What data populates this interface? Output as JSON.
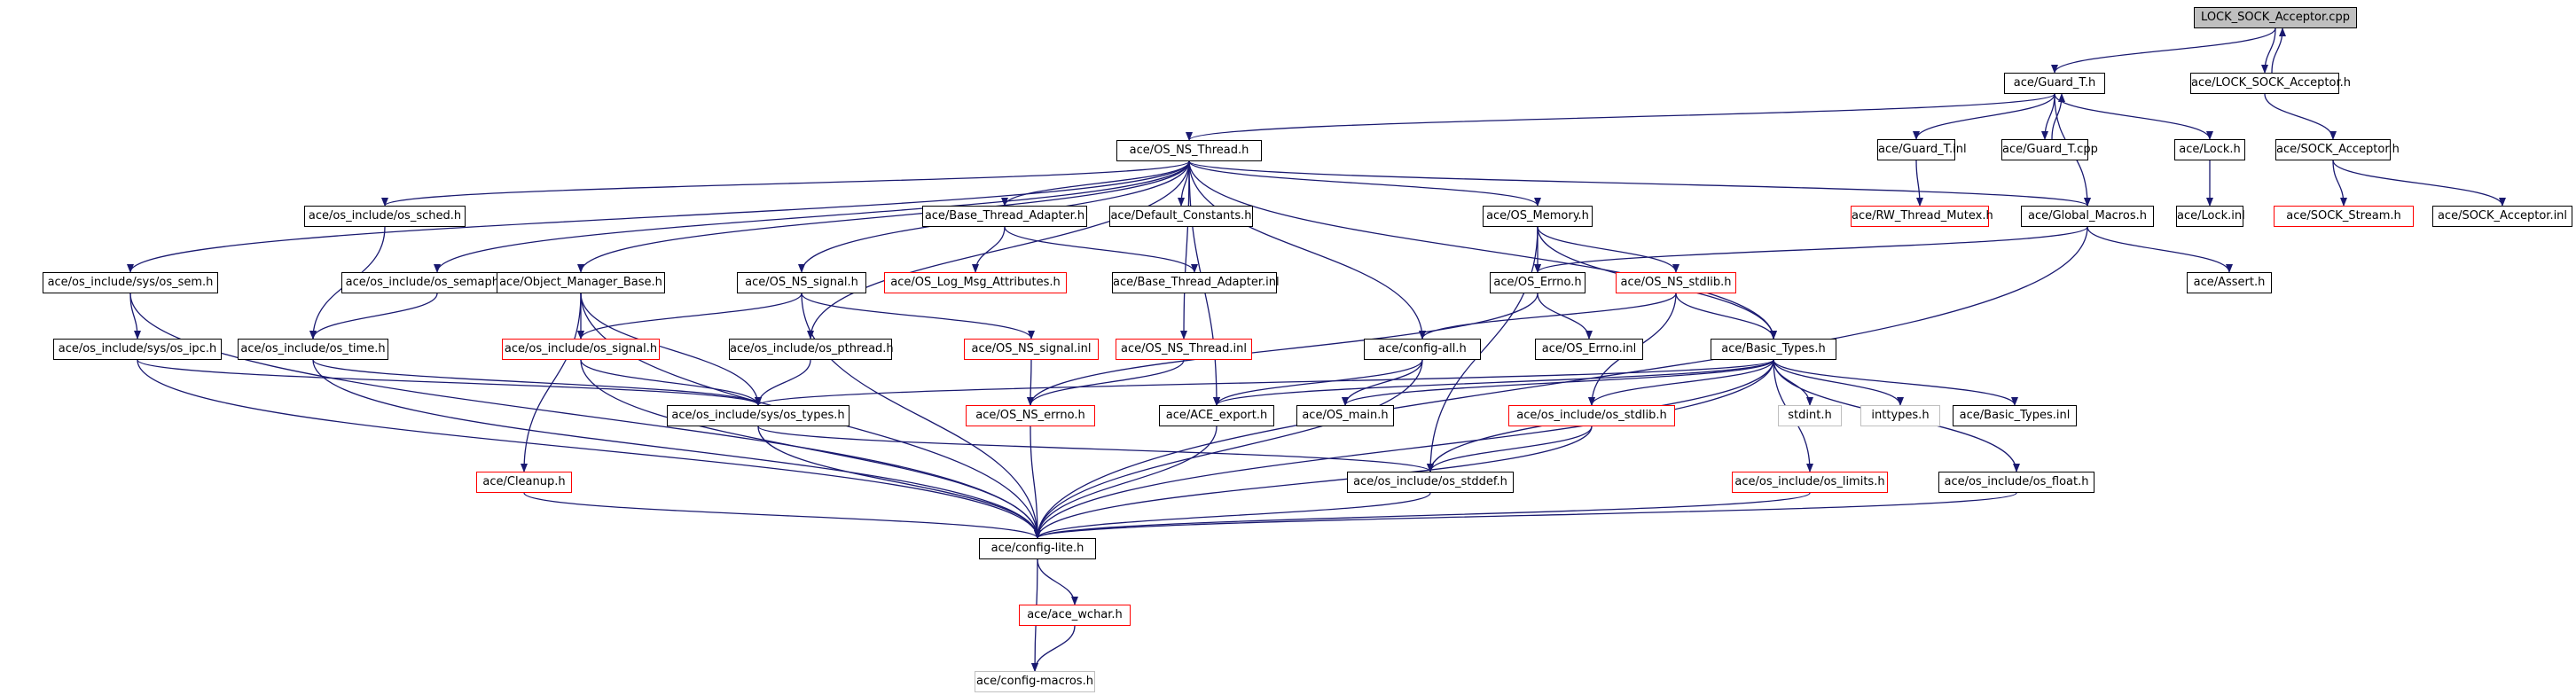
{
  "graph": {
    "colors": {
      "edge": "#191970",
      "root_fill": "#bfbfbf",
      "red_border": "#ff0000",
      "gray_border": "#bfbfbf",
      "border": "#000000"
    },
    "nodes": [
      {
        "id": "n0",
        "label": "LOCK_SOCK_Acceptor.cpp",
        "style": "root"
      },
      {
        "id": "n1",
        "label": "ace/Guard_T.h",
        "style": "normal"
      },
      {
        "id": "n2",
        "label": "ace/LOCK_SOCK_Acceptor.h",
        "style": "normal"
      },
      {
        "id": "n3",
        "label": "ace/OS_NS_Thread.h",
        "style": "normal"
      },
      {
        "id": "n4",
        "label": "ace/Guard_T.inl",
        "style": "normal"
      },
      {
        "id": "n5",
        "label": "ace/Guard_T.cpp",
        "style": "normal"
      },
      {
        "id": "n6",
        "label": "ace/Lock.h",
        "style": "normal"
      },
      {
        "id": "n7",
        "label": "ace/SOCK_Acceptor.h",
        "style": "normal"
      },
      {
        "id": "n8",
        "label": "ace/os_include/os_sched.h",
        "style": "normal"
      },
      {
        "id": "n9",
        "label": "ace/Base_Thread_Adapter.h",
        "style": "normal"
      },
      {
        "id": "n10",
        "label": "ace/Default_Constants.h",
        "style": "normal"
      },
      {
        "id": "n11",
        "label": "ace/OS_Memory.h",
        "style": "normal"
      },
      {
        "id": "n12",
        "label": "ace/RW_Thread_Mutex.h",
        "style": "red"
      },
      {
        "id": "n13",
        "label": "ace/Global_Macros.h",
        "style": "normal"
      },
      {
        "id": "n14",
        "label": "ace/Lock.inl",
        "style": "normal"
      },
      {
        "id": "n15",
        "label": "ace/SOCK_Stream.h",
        "style": "red"
      },
      {
        "id": "n16",
        "label": "ace/SOCK_Acceptor.inl",
        "style": "normal"
      },
      {
        "id": "n17",
        "label": "ace/os_include/sys/os_sem.h",
        "style": "normal"
      },
      {
        "id": "n18",
        "label": "ace/os_include/os_semaphore.h",
        "style": "normal"
      },
      {
        "id": "n19",
        "label": "ace/Object_Manager_Base.h",
        "style": "normal"
      },
      {
        "id": "n20",
        "label": "ace/OS_NS_signal.h",
        "style": "normal"
      },
      {
        "id": "n21",
        "label": "ace/OS_Log_Msg_Attributes.h",
        "style": "red"
      },
      {
        "id": "n22",
        "label": "ace/Base_Thread_Adapter.inl",
        "style": "normal"
      },
      {
        "id": "n23",
        "label": "ace/OS_Errno.h",
        "style": "normal"
      },
      {
        "id": "n24",
        "label": "ace/OS_NS_stdlib.h",
        "style": "red"
      },
      {
        "id": "n25",
        "label": "ace/Assert.h",
        "style": "normal"
      },
      {
        "id": "n26",
        "label": "ace/os_include/sys/os_ipc.h",
        "style": "normal"
      },
      {
        "id": "n27",
        "label": "ace/os_include/os_time.h",
        "style": "normal"
      },
      {
        "id": "n28",
        "label": "ace/os_include/os_signal.h",
        "style": "red"
      },
      {
        "id": "n29",
        "label": "ace/os_include/os_pthread.h",
        "style": "normal"
      },
      {
        "id": "n30",
        "label": "ace/OS_NS_signal.inl",
        "style": "red"
      },
      {
        "id": "n31",
        "label": "ace/OS_NS_Thread.inl",
        "style": "red"
      },
      {
        "id": "n32",
        "label": "ace/config-all.h",
        "style": "normal"
      },
      {
        "id": "n33",
        "label": "ace/OS_Errno.inl",
        "style": "normal"
      },
      {
        "id": "n34",
        "label": "ace/Basic_Types.h",
        "style": "normal"
      },
      {
        "id": "n35",
        "label": "ace/os_include/sys/os_types.h",
        "style": "normal"
      },
      {
        "id": "n36",
        "label": "ace/OS_NS_errno.h",
        "style": "red"
      },
      {
        "id": "n37",
        "label": "ace/ACE_export.h",
        "style": "normal"
      },
      {
        "id": "n38",
        "label": "ace/OS_main.h",
        "style": "normal"
      },
      {
        "id": "n39",
        "label": "ace/os_include/os_stdlib.h",
        "style": "red"
      },
      {
        "id": "n40",
        "label": "stdint.h",
        "style": "gray"
      },
      {
        "id": "n41",
        "label": "inttypes.h",
        "style": "gray"
      },
      {
        "id": "n42",
        "label": "ace/Basic_Types.inl",
        "style": "normal"
      },
      {
        "id": "n43",
        "label": "ace/Cleanup.h",
        "style": "red"
      },
      {
        "id": "n44",
        "label": "ace/os_include/os_stddef.h",
        "style": "normal"
      },
      {
        "id": "n45",
        "label": "ace/os_include/os_limits.h",
        "style": "red"
      },
      {
        "id": "n46",
        "label": "ace/os_include/os_float.h",
        "style": "normal"
      },
      {
        "id": "n47",
        "label": "ace/config-lite.h",
        "style": "normal"
      },
      {
        "id": "n48",
        "label": "ace/ace_wchar.h",
        "style": "red"
      },
      {
        "id": "n49",
        "label": "ace/config-macros.h",
        "style": "gray"
      }
    ],
    "edges": [
      [
        "n0",
        "n1"
      ],
      [
        "n0",
        "n2"
      ],
      [
        "n2",
        "n0"
      ],
      [
        "n1",
        "n3"
      ],
      [
        "n1",
        "n4"
      ],
      [
        "n1",
        "n5"
      ],
      [
        "n5",
        "n1"
      ],
      [
        "n1",
        "n6"
      ],
      [
        "n1",
        "n13"
      ],
      [
        "n2",
        "n7"
      ],
      [
        "n3",
        "n8"
      ],
      [
        "n3",
        "n9"
      ],
      [
        "n3",
        "n10"
      ],
      [
        "n3",
        "n11"
      ],
      [
        "n3",
        "n13"
      ],
      [
        "n3",
        "n17"
      ],
      [
        "n3",
        "n18"
      ],
      [
        "n3",
        "n19"
      ],
      [
        "n3",
        "n20"
      ],
      [
        "n3",
        "n29"
      ],
      [
        "n3",
        "n31"
      ],
      [
        "n3",
        "n32"
      ],
      [
        "n3",
        "n34"
      ],
      [
        "n3",
        "n37"
      ],
      [
        "n4",
        "n12"
      ],
      [
        "n6",
        "n14"
      ],
      [
        "n7",
        "n15"
      ],
      [
        "n7",
        "n16"
      ],
      [
        "n8",
        "n27"
      ],
      [
        "n9",
        "n21"
      ],
      [
        "n9",
        "n22"
      ],
      [
        "n11",
        "n23"
      ],
      [
        "n11",
        "n24"
      ],
      [
        "n11",
        "n34"
      ],
      [
        "n11",
        "n44"
      ],
      [
        "n13",
        "n23"
      ],
      [
        "n13",
        "n25"
      ],
      [
        "n13",
        "n47"
      ],
      [
        "n17",
        "n26"
      ],
      [
        "n17",
        "n47"
      ],
      [
        "n18",
        "n27"
      ],
      [
        "n19",
        "n28"
      ],
      [
        "n19",
        "n35"
      ],
      [
        "n19",
        "n43"
      ],
      [
        "n19",
        "n47"
      ],
      [
        "n20",
        "n28"
      ],
      [
        "n20",
        "n30"
      ],
      [
        "n20",
        "n47"
      ],
      [
        "n23",
        "n33"
      ],
      [
        "n23",
        "n36"
      ],
      [
        "n24",
        "n32"
      ],
      [
        "n24",
        "n34"
      ],
      [
        "n24",
        "n39"
      ],
      [
        "n26",
        "n35"
      ],
      [
        "n26",
        "n47"
      ],
      [
        "n27",
        "n35"
      ],
      [
        "n27",
        "n47"
      ],
      [
        "n28",
        "n35"
      ],
      [
        "n28",
        "n47"
      ],
      [
        "n29",
        "n35"
      ],
      [
        "n30",
        "n36"
      ],
      [
        "n31",
        "n36"
      ],
      [
        "n32",
        "n37"
      ],
      [
        "n32",
        "n38"
      ],
      [
        "n32",
        "n47"
      ],
      [
        "n34",
        "n35"
      ],
      [
        "n34",
        "n37"
      ],
      [
        "n34",
        "n38"
      ],
      [
        "n34",
        "n39"
      ],
      [
        "n34",
        "n40"
      ],
      [
        "n34",
        "n41"
      ],
      [
        "n34",
        "n42"
      ],
      [
        "n34",
        "n44"
      ],
      [
        "n34",
        "n45"
      ],
      [
        "n34",
        "n46"
      ],
      [
        "n34",
        "n47"
      ],
      [
        "n35",
        "n44"
      ],
      [
        "n35",
        "n47"
      ],
      [
        "n36",
        "n47"
      ],
      [
        "n37",
        "n47"
      ],
      [
        "n39",
        "n44"
      ],
      [
        "n39",
        "n47"
      ],
      [
        "n43",
        "n47"
      ],
      [
        "n44",
        "n47"
      ],
      [
        "n45",
        "n47"
      ],
      [
        "n46",
        "n47"
      ],
      [
        "n47",
        "n48"
      ],
      [
        "n47",
        "n49"
      ],
      [
        "n48",
        "n49"
      ]
    ]
  }
}
